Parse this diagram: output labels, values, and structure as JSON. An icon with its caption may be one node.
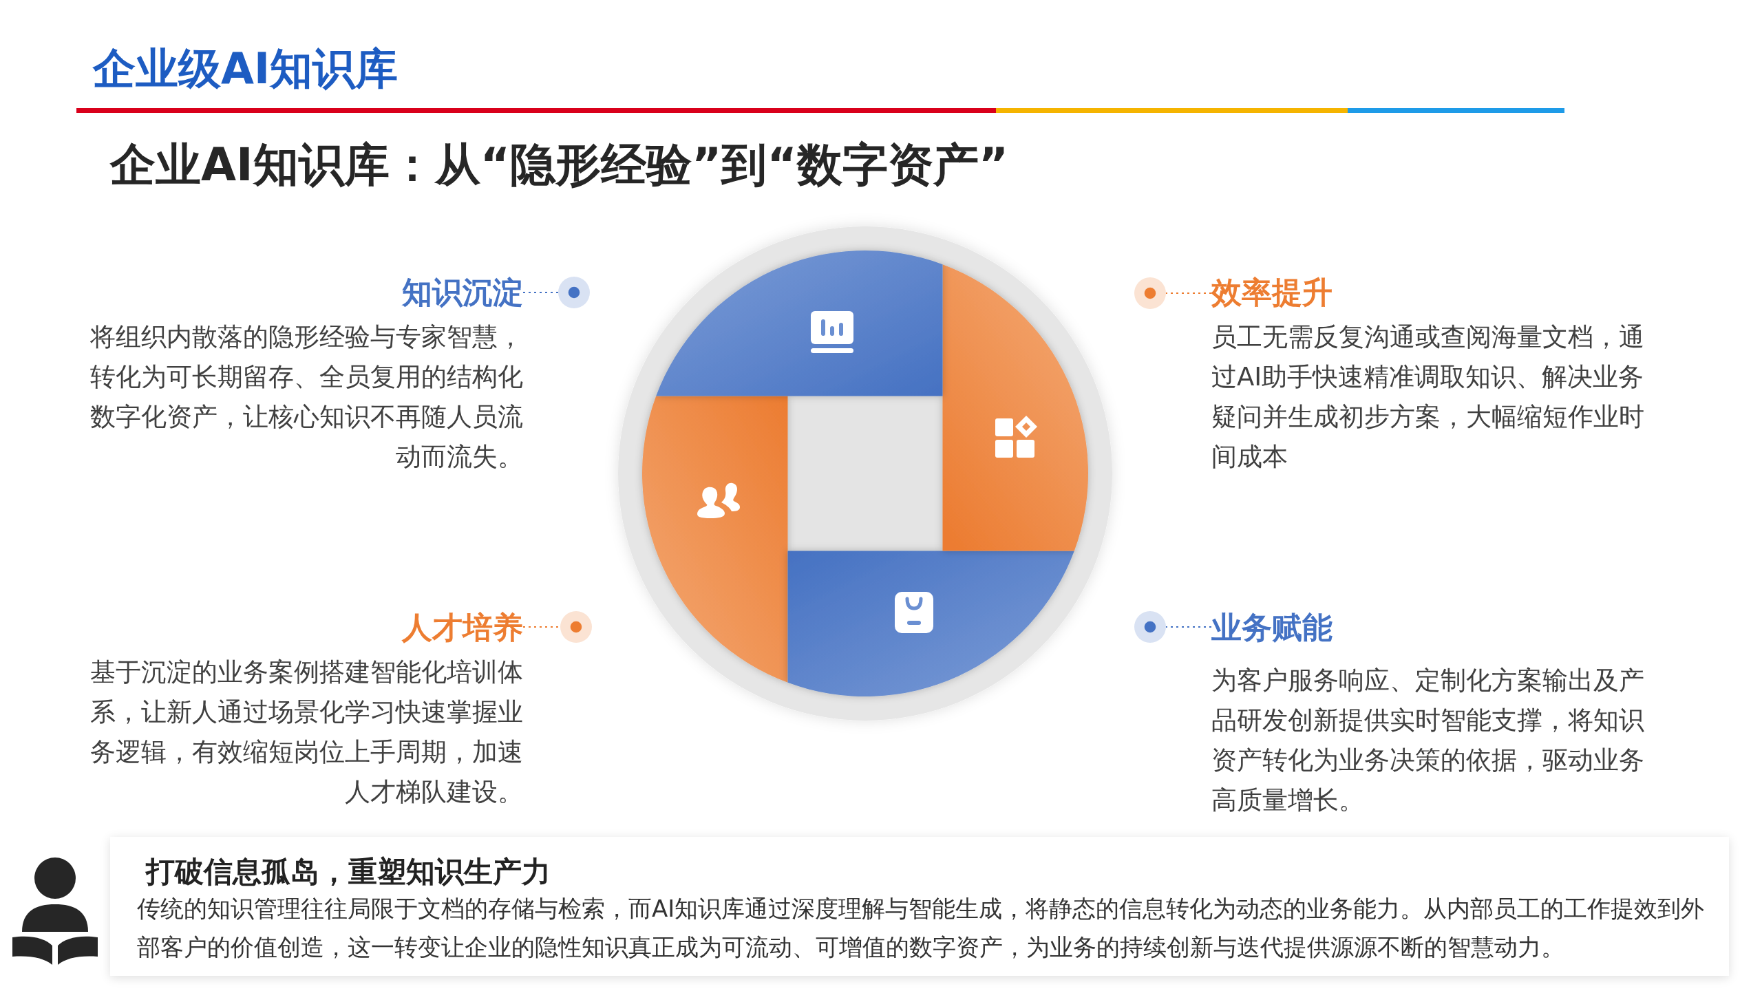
{
  "diagram": {
    "title": "企业级AI知识库",
    "nodes": [
      {
        "text": [
          "知识沉淀",
          "将组织内散落的隐形经验与专家智慧，转化为可长期留存、全员复用的结构化数字化资产，让核心知识不再随人员流动而流失。"
        ]
      },
      {
        "text": [],
        "shape": "circle"
      },
      {
        "text": [
          "效率提升",
          "员工无需反复沟通或查阅海量文档，通过AI助手快速精准调取知识、解决业务疑问并生成初步方案，大幅缩短作业时间成本"
        ]
      },
      {
        "text": [],
        "shape": "circle"
      },
      {
        "text": [
          "人才培养",
          "基于沉淀的业务案例搭建智能化培训体系，让新人通过场景化学习快速掌握业务逻辑，有效缩短岗位上手周期，加速人才梯队建设。"
        ]
      },
      {
        "text": [],
        "shape": "circle"
      },
      {
        "text": [
          "业务赋能",
          "为客户服务响应、定制化方案输出及产品研发创新提供实时智能支撑，将知识资产转化为业务决策的依据，驱动业务高质量增长。"
        ]
      },
      {
        "text": [],
        "shape": "circle"
      },
      {
        "text": [
          "打破信息孤岛，重塑知识生产力",
          "传统的知识管理往往局限于文档的存储与检索，而AI知识库通过深度理解与智能生成，将静态的信息转化为动态的业务能力。从内部员工的工作提效到外部客户的价值创造，这一转变让企业的隐性知识真正成为可流动、可增值的数字资产，为业务的持续创新与迭代提供源源不断的智慧动力。"
        ]
      }
    ],
    "edges": [
      {
        "from": 0,
        "to": 1,
        "arrow": "none",
        "style": "dashed",
        "color": "#4472c4"
      },
      {
        "from": 2,
        "to": 3,
        "arrow": "none",
        "style": "dashed",
        "color": "#ed7d31"
      },
      {
        "from": 4,
        "to": 5,
        "arrow": "none",
        "style": "dashed",
        "color": "#ed7d31"
      },
      {
        "from": 6,
        "to": 7,
        "arrow": "none",
        "style": "dashed",
        "color": "#4472c4"
      }
    ],
    "labels": [
      "企业AI知识库：从“隐形经验”到“数字资产”"
    ]
  }
}
